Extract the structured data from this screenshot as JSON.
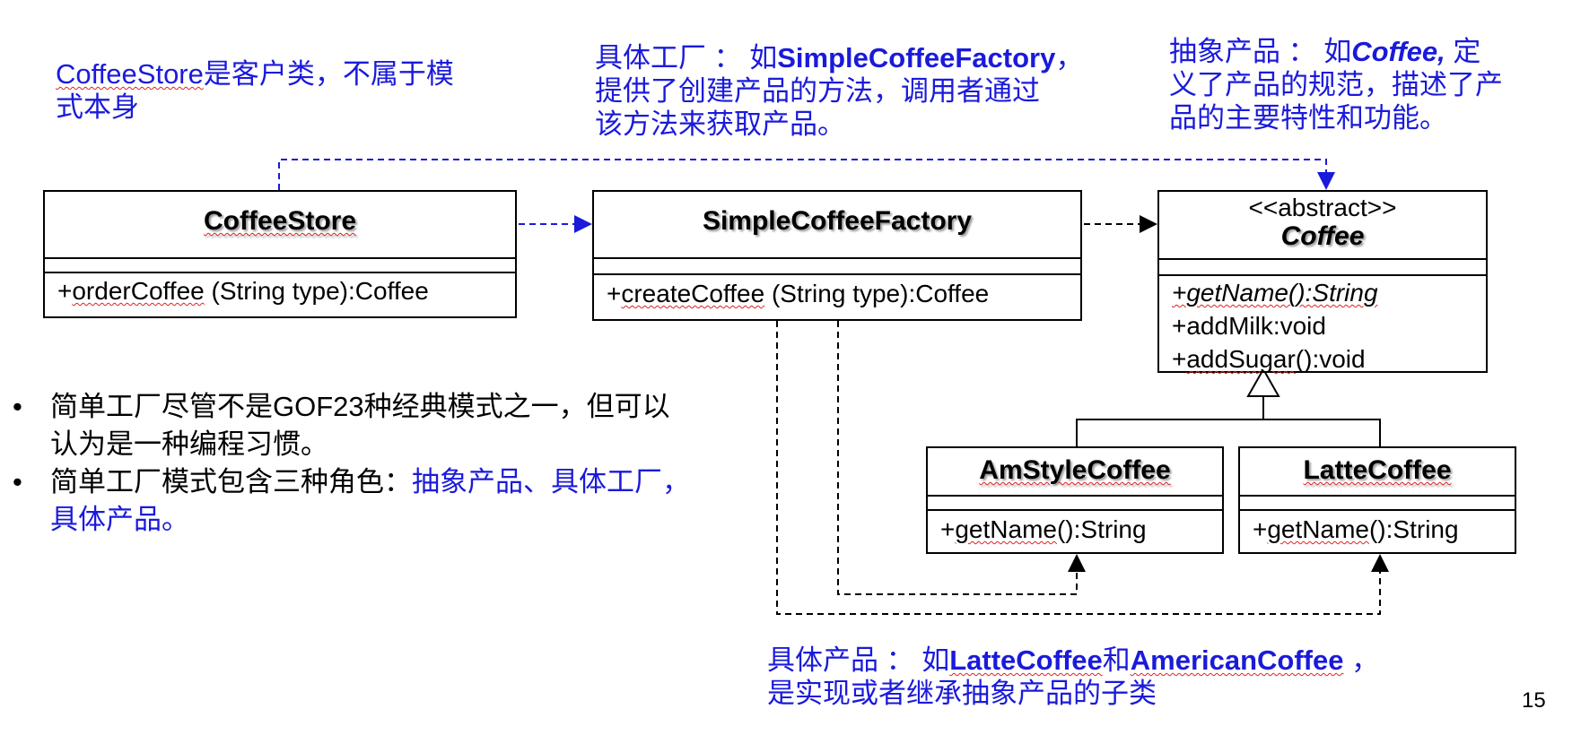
{
  "notes": {
    "client_prefix": "CoffeeStore",
    "client_rest_l1": "是客户类，不属于模",
    "client_l2": "式本身",
    "factory_prefix": "具体工厂 ： 如",
    "factory_name": "SimpleCoffeeFactory",
    "factory_comma": "，",
    "factory_l2": "提供了创建产品的方法，调用者通过",
    "factory_l3": "该方法来获取产品。",
    "abstract_prefix": "抽象产品 ： 如",
    "abstract_name": "Coffee,",
    "abstract_suffix": " 定",
    "abstract_l2": "义了产品的规范，描述了产",
    "abstract_l3": "品的主要特性和功能。",
    "concrete_prefix": "具体产品 ： 如",
    "concrete_name1": "LatteCoffee",
    "concrete_and": "和",
    "concrete_name2": "AmericanCoffee",
    "concrete_comma": " ，",
    "concrete_l2": "是实现或者继承抽象产品的子类"
  },
  "bullets": {
    "b1_l1": "简单工厂尽管不是GOF23种经典模式之一，但可以",
    "b1_l2": "认为是一种编程习惯。",
    "b2_l1_plain": "简单工厂模式包含三种角色：",
    "b2_l1_blue": "抽象产品、具体工厂，",
    "b2_l2_blue": "具体产品。"
  },
  "classes": {
    "store": {
      "name": "CoffeeStore",
      "op_plus": "+",
      "op_name": "orderCoffee",
      "op_rest": " (String type):Coffee"
    },
    "factory": {
      "name": "SimpleCoffeeFactory",
      "op_plus": "+",
      "op_name": "createCoffee",
      "op_rest": " (String type):Coffee"
    },
    "coffee": {
      "stereotype": "<<abstract>>",
      "name": "Coffee",
      "op1": "+getName():String",
      "op2": "+addMilk:void",
      "op3_a": "+",
      "op3_b": "addSugar",
      "op3_c": "():void"
    },
    "am": {
      "name": "AmStyleCoffee",
      "op_plus": "+",
      "op_name": "getName",
      "op_rest": "():String"
    },
    "latte": {
      "name": "LatteCoffee",
      "op_plus": "+",
      "op_name": "getName",
      "op_rest": "():String"
    }
  },
  "page_number": "15",
  "colors": {
    "note_text": "#1a1adb",
    "connector": "#1a1adb",
    "line": "#000000"
  }
}
